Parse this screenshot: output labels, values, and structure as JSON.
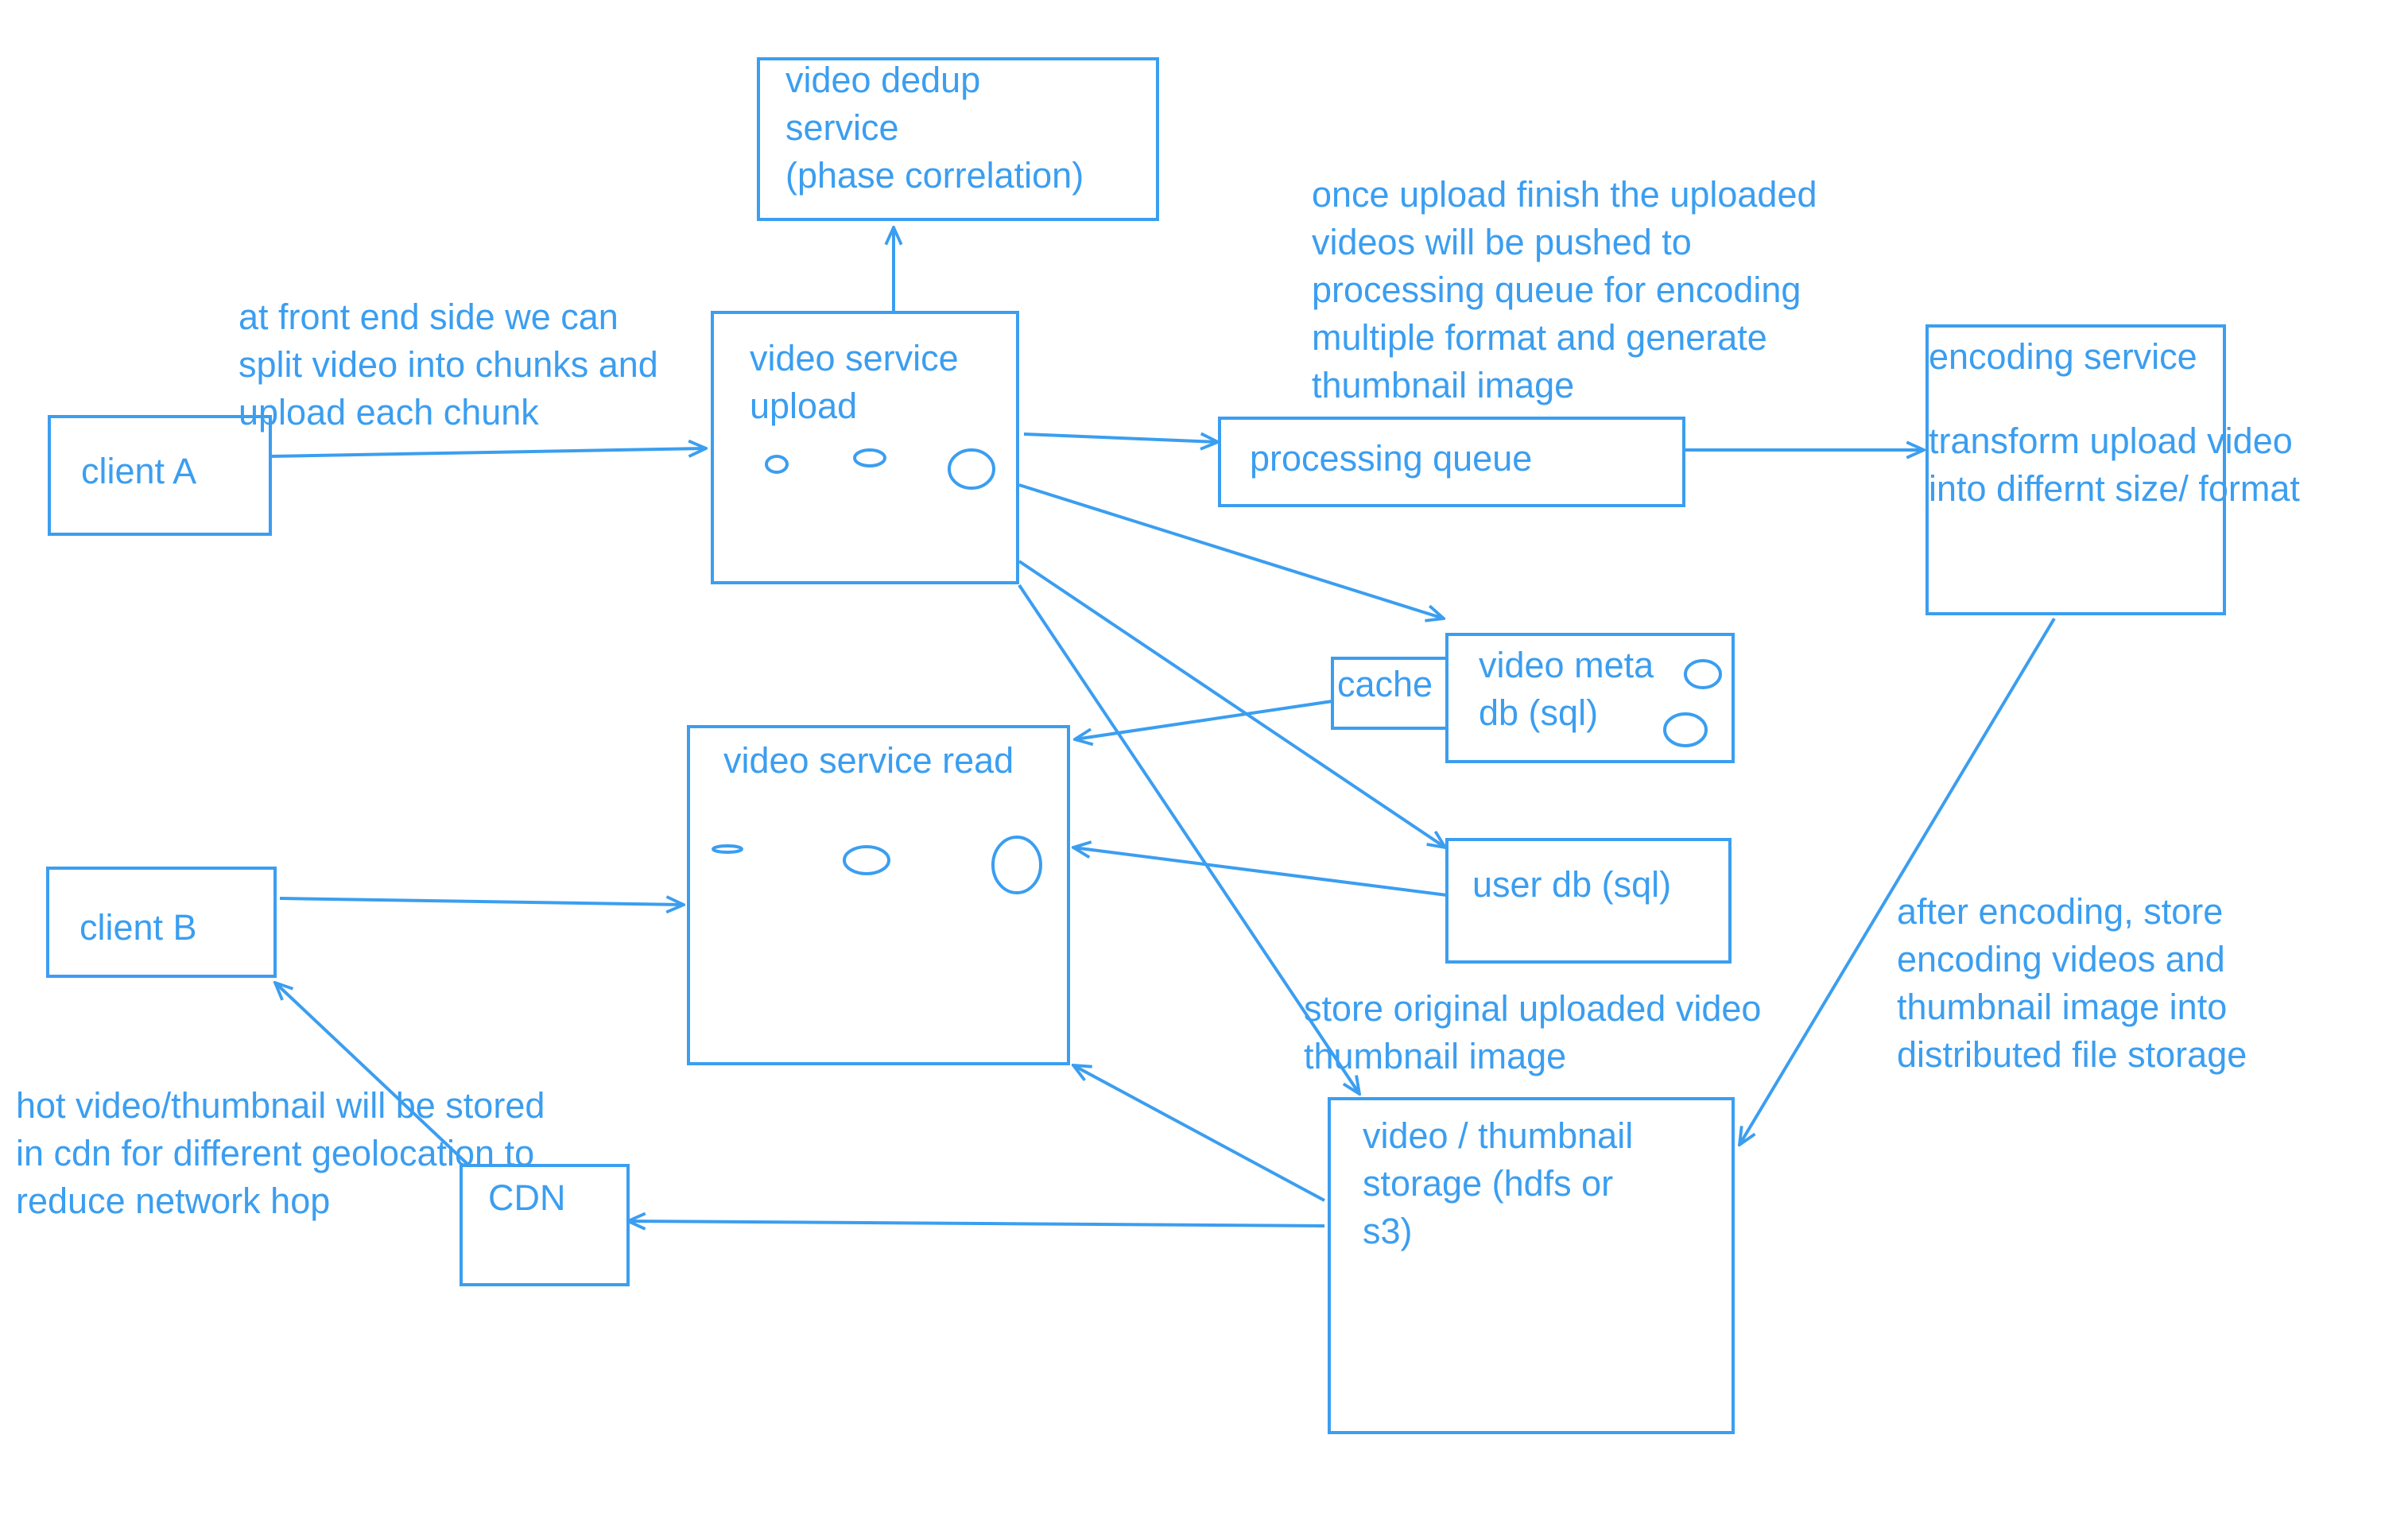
{
  "diagram": {
    "color": "#3b9ef0",
    "boxes": {
      "client_a": "client A",
      "client_b": "client B",
      "dedup": [
        "video dedup",
        "service",
        "(phase correlation)"
      ],
      "upload": [
        "video service",
        "upload"
      ],
      "queue": "processing queue",
      "encoding": [
        "encoding service",
        "",
        "transform upload video",
        "into differnt size/ format"
      ],
      "cache": "cache",
      "meta": [
        "video meta",
        "db (sql)"
      ],
      "read": "video service read",
      "userdb": "user db (sql)",
      "storage": [
        "video / thumbnail",
        "storage (hdfs or",
        "s3)"
      ],
      "cdn": "CDN"
    },
    "notes": {
      "chunks": [
        "at front end side we can",
        "split video into chunks and",
        "upload each chunk"
      ],
      "queue_note": [
        "once upload finish the uploaded",
        "videos will be pushed to",
        "processing queue for encoding",
        "multiple format and generate",
        "thumbnail image"
      ],
      "store_original": [
        "store original uploaded video",
        "thumbnail image"
      ],
      "after_encoding": [
        "after encoding, store",
        "encoding videos and",
        "thumbnail image into",
        "distributed file storage"
      ],
      "hot_video": [
        "hot video/thumbnail will be stored",
        "in cdn for different geolocation to",
        "reduce network hop"
      ]
    }
  }
}
